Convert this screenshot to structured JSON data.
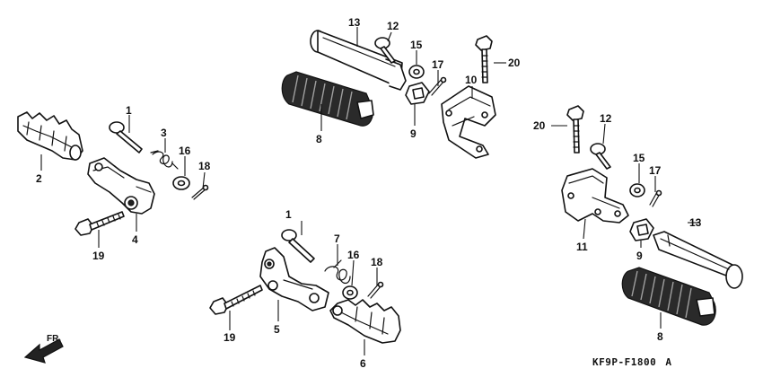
{
  "diagram_code": "KF9P-F1800",
  "diagram_code_suffix": "A",
  "direction_label": "FR.",
  "callouts": [
    {
      "id": "c1a",
      "label": "1"
    },
    {
      "id": "c1b",
      "label": "1"
    },
    {
      "id": "c2",
      "label": "2"
    },
    {
      "id": "c3",
      "label": "3"
    },
    {
      "id": "c4",
      "label": "4"
    },
    {
      "id": "c5",
      "label": "5"
    },
    {
      "id": "c6",
      "label": "6"
    },
    {
      "id": "c7",
      "label": "7"
    },
    {
      "id": "c8a",
      "label": "8"
    },
    {
      "id": "c8b",
      "label": "8"
    },
    {
      "id": "c9a",
      "label": "9"
    },
    {
      "id": "c9b",
      "label": "9"
    },
    {
      "id": "c10",
      "label": "10"
    },
    {
      "id": "c11",
      "label": "11"
    },
    {
      "id": "c12a",
      "label": "12"
    },
    {
      "id": "c12b",
      "label": "12"
    },
    {
      "id": "c13a",
      "label": "13"
    },
    {
      "id": "c13b",
      "label": "13"
    },
    {
      "id": "c15a",
      "label": "15"
    },
    {
      "id": "c15b",
      "label": "15"
    },
    {
      "id": "c16a",
      "label": "16"
    },
    {
      "id": "c16b",
      "label": "16"
    },
    {
      "id": "c17a",
      "label": "17"
    },
    {
      "id": "c17b",
      "label": "17"
    },
    {
      "id": "c18a",
      "label": "18"
    },
    {
      "id": "c18b",
      "label": "18"
    },
    {
      "id": "c19a",
      "label": "19"
    },
    {
      "id": "c19b",
      "label": "19"
    },
    {
      "id": "c20a",
      "label": "20"
    },
    {
      "id": "c20b",
      "label": "20"
    }
  ]
}
